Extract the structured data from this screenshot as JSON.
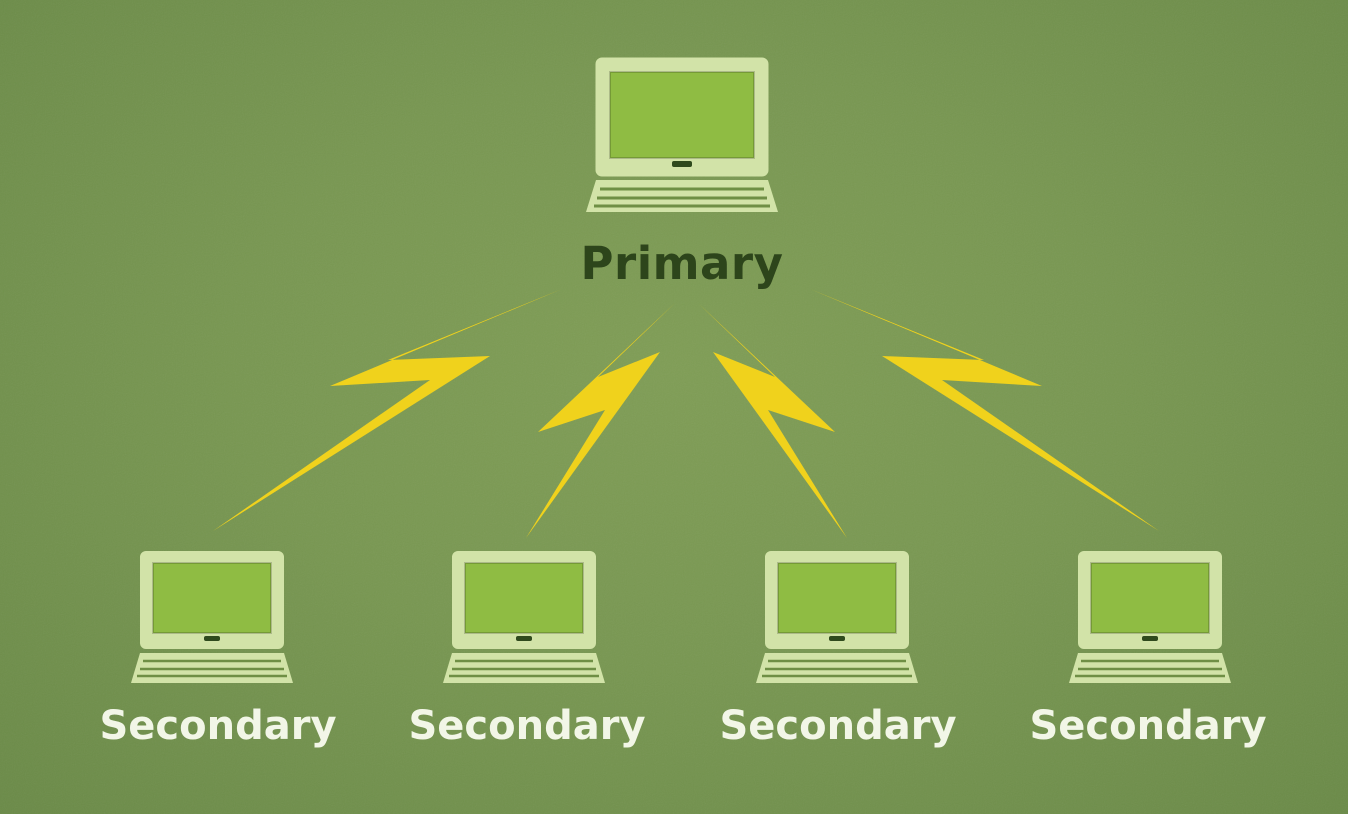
{
  "diagram": {
    "primary": {
      "label": "Primary",
      "icon": "laptop-icon"
    },
    "secondaries": [
      {
        "label": "Secondary",
        "icon": "laptop-icon"
      },
      {
        "label": "Secondary",
        "icon": "laptop-icon"
      },
      {
        "label": "Secondary",
        "icon": "laptop-icon"
      },
      {
        "label": "Secondary",
        "icon": "laptop-icon"
      }
    ],
    "connector_icon": "lightning-bolt-icon"
  },
  "colors": {
    "background": "#789751",
    "laptop_frame": "#d2e3a8",
    "laptop_screen": "#8fbc43",
    "bolt": "#f0d21c",
    "primary_text": "#2d451b",
    "secondary_text": "#f2f6e7"
  }
}
